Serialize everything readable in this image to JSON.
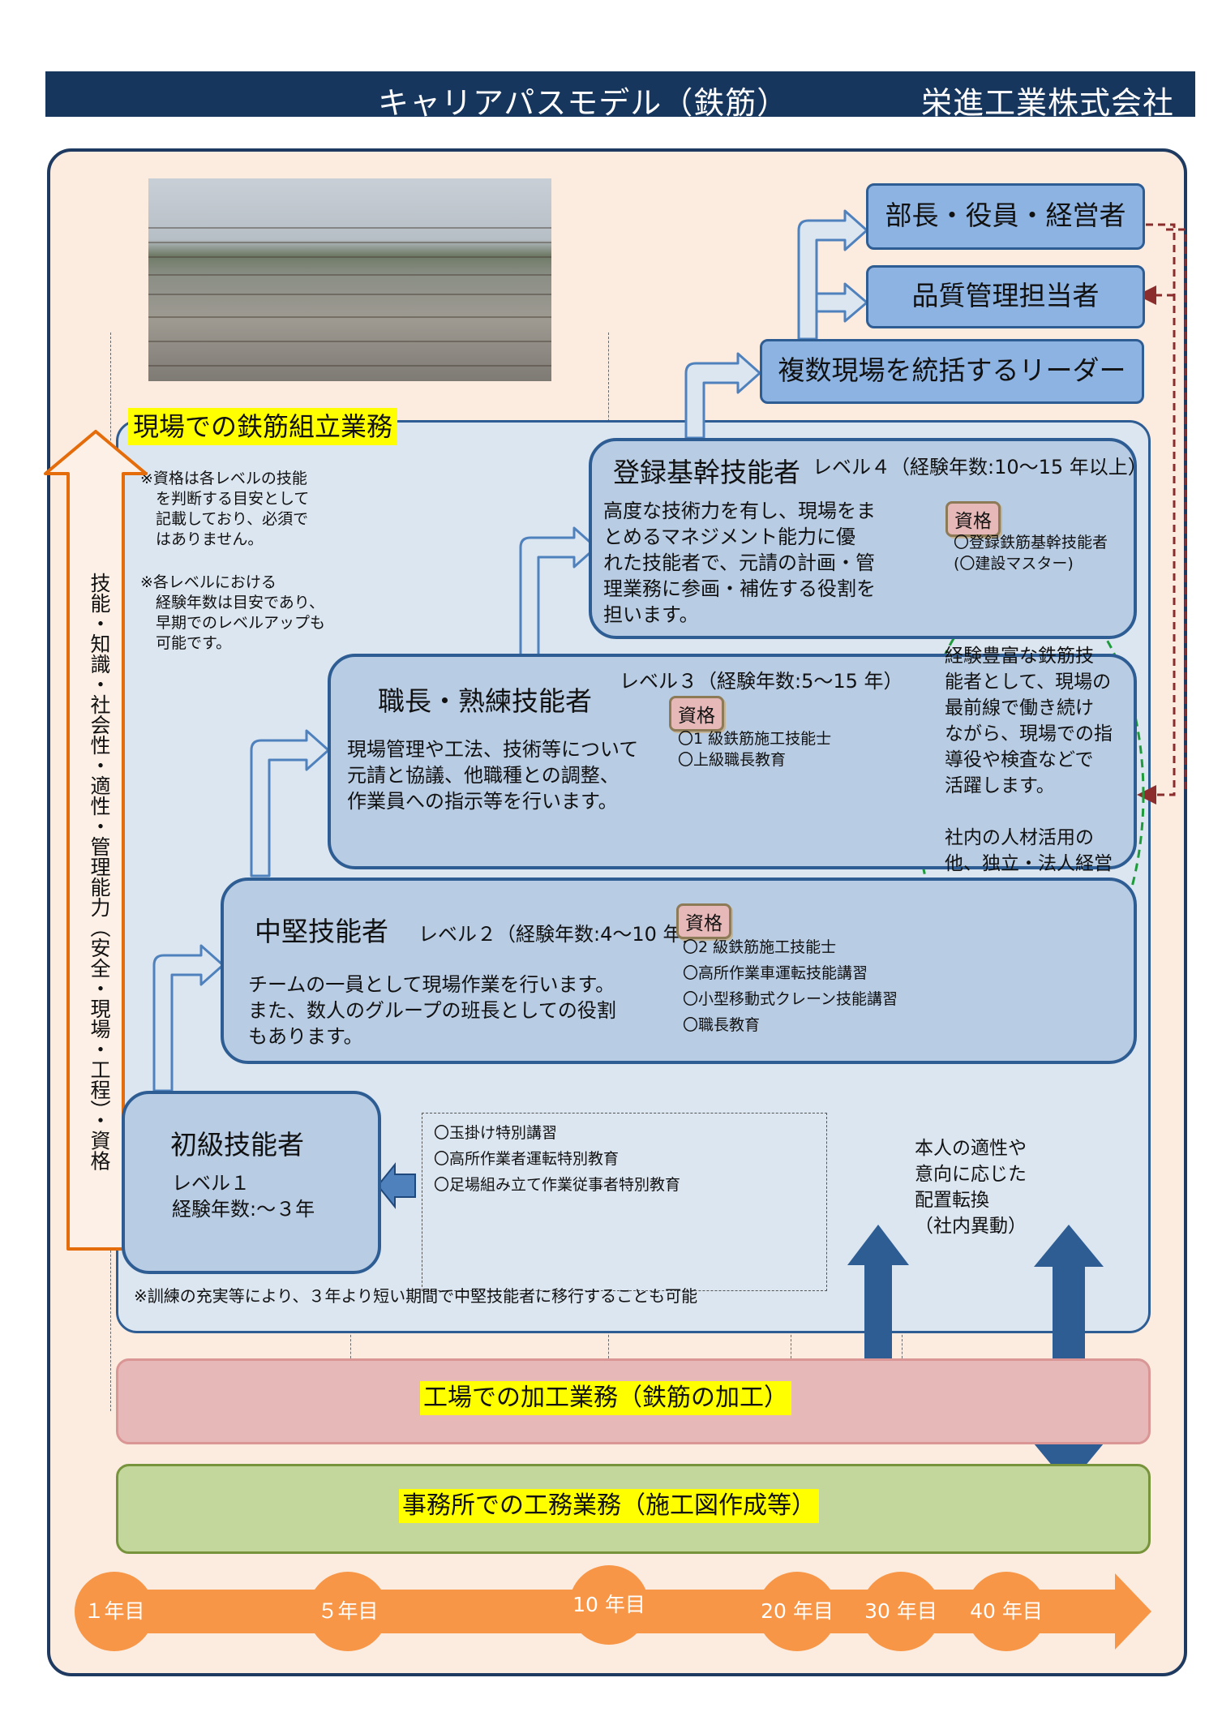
{
  "header": {
    "title": "キャリアパスモデル（鉄筋）",
    "company": "栄進工業株式会社"
  },
  "left_arrow_label": "技能・知識・社会性・適性・管理能力（安全・現場・工程）・資格",
  "section_onsite": "現場での鉄筋組立業務",
  "notes": {
    "note1": "※資格は各レベルの技能\n　を判断する目安として\n　記載しており、必須で\n　はありません。",
    "note2": "※各レベルにおける\n　経験年数は目安であり、\n　早期でのレベルアップも\n　可能です。",
    "bottom": "※訓練の充実等により、３年より短い期間で中堅技能者に移行することも可能"
  },
  "top_boxes": {
    "exec": "部長・役員・経営者",
    "qc": "品質管理担当者",
    "leader": "複数現場を統括するリーダー"
  },
  "levels": {
    "l4": {
      "title": "登録基幹技能者",
      "sub": "レベル４（経験年数:10～15 年以上）",
      "desc": "高度な技術力を有し、現場をま\nとめるマネジメント能力に優\nれた技能者で、元請の計画・管\n理業務に参画・補佐する役割を\n担います。",
      "badge": "資格",
      "quals": [
        "〇登録鉄筋基幹技能者",
        "(〇建設マスター)"
      ]
    },
    "l3": {
      "title": "職長・熟練技能者",
      "sub": "レベル３（経験年数:5～15 年）",
      "desc": "現場管理や工法、技術等について\n元請と協議、他職種との調整、\n作業員への指示等を行います。",
      "badge": "資格",
      "quals": [
        "〇1 級鉄筋施工技能士",
        "〇上級職長教育"
      ]
    },
    "l2": {
      "title": "中堅技能者",
      "sub": "レベル２（経験年数:4～10 年）",
      "desc": "チームの一員として現場作業を行います。\nまた、数人のグループの班長としての役割\nもあります。",
      "badge": "資格",
      "quals": [
        "〇2 級鉄筋施工技能士",
        "〇高所作業車運転技能講習",
        "〇小型移動式クレーン技能講習",
        "〇職長教育"
      ]
    },
    "l1": {
      "title": "初級技能者",
      "sub1": "レベル１",
      "sub2": "経験年数:～３年",
      "quals": [
        "〇玉掛け特別講習",
        "〇高所作業者運転特別教育",
        "〇足場組み立て作業従事者特別教育"
      ]
    }
  },
  "ellipse_text": "経験豊富な鉄筋技\n能者として、現場の\n最前線で働き続け\nながら、現場での指\n導役や検査などで\n活躍します。\n\n社内の人材活用の\n他、独立・法人経営\nしていた技能者を\n再雇用する事例も\nあります。",
  "reassign": "本人の適性や\n意向に応じた\n配置転換\n（社内異動）",
  "factory": "工場での加工業務（鉄筋の加工）",
  "office": "事務所での工務業務（施工図作成等）",
  "timeline": [
    "１年目",
    "５年目",
    "10 年目",
    "20 年目",
    "30 年目",
    "40 年目"
  ],
  "colors": {
    "navy": "#17365d",
    "level_fill": "#b8cce4",
    "level_border": "#2e5d94",
    "orange": "#f79646",
    "factory": "#e6b9b8",
    "office": "#c3d69b",
    "highlight": "#ffff00"
  }
}
